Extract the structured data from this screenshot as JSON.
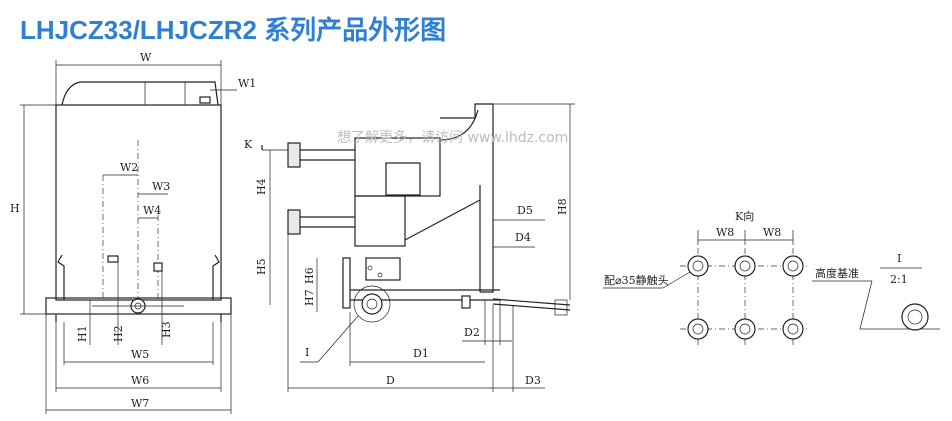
{
  "title": "LHJCZ33/LHJCZR2 系列产品外形图",
  "watermark": "想了解更多，请访问 www.lhdz.com",
  "dimensions": {
    "W": "W",
    "W1": "W1",
    "W2": "W2",
    "W3": "W3",
    "W4": "W4",
    "W5": "W5",
    "W6": "W6",
    "W7": "W7",
    "W8": "W8",
    "H": "H",
    "H1": "H1",
    "H2": "H2",
    "H3": "H3",
    "H4": "H4",
    "H5": "H5",
    "H6": "H6",
    "H7": "H7",
    "H8": "H8",
    "K": "K",
    "D": "D",
    "D1": "D1",
    "D2": "D2",
    "D3": "D3",
    "D4": "D4",
    "D5": "D5",
    "I": "I"
  },
  "labels": {
    "k_view": "K向",
    "static_contact": "配⌀35静触头",
    "height_datum": "高度基准",
    "detail_id": "I",
    "detail_scale": "2:1"
  }
}
